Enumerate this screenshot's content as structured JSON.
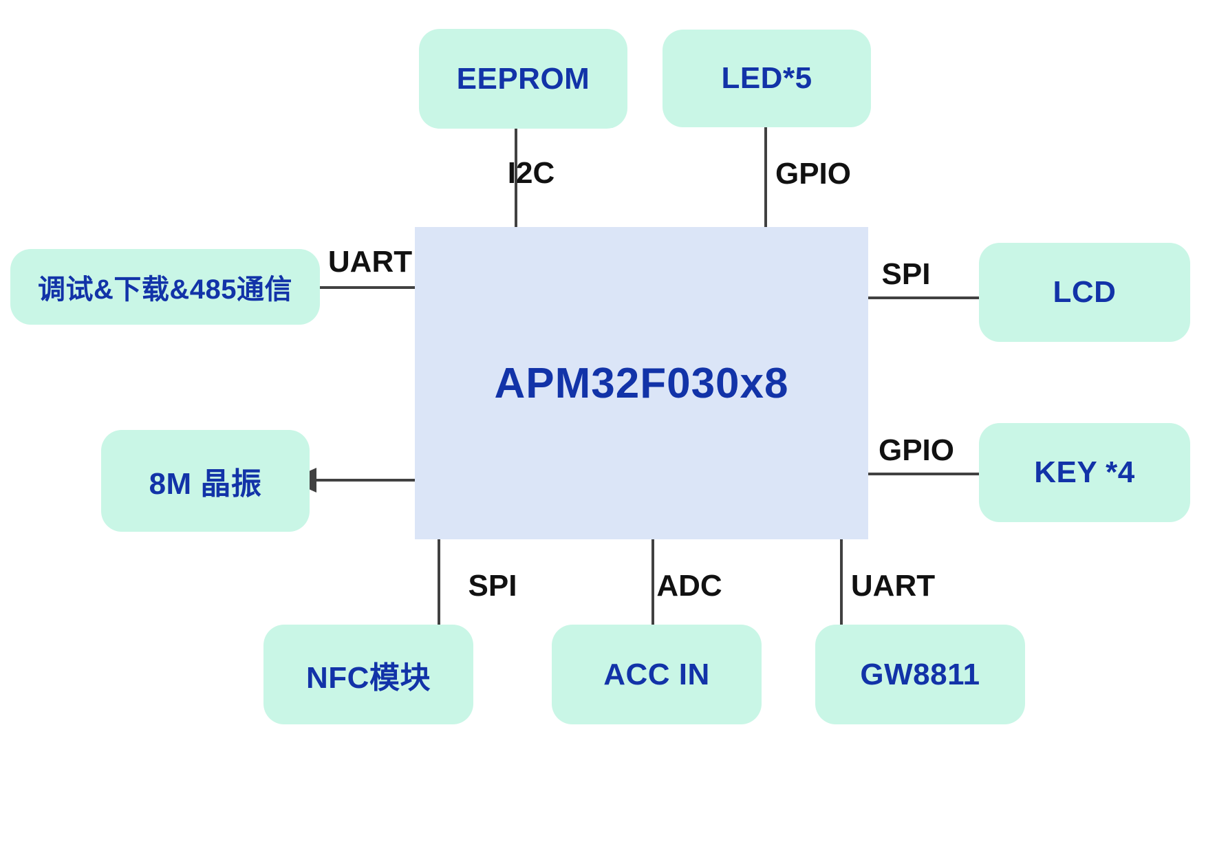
{
  "diagram": {
    "mcu": {
      "label": "APM32F030x8"
    },
    "nodes": {
      "eeprom": {
        "label": "EEPROM"
      },
      "led": {
        "label": "LED*5"
      },
      "debug": {
        "label": "调试&下载&485通信"
      },
      "lcd": {
        "label": "LCD"
      },
      "oscillator": {
        "label": "8M 晶振"
      },
      "key": {
        "label": "KEY *4"
      },
      "nfc": {
        "label": "NFC模块"
      },
      "acc": {
        "label": "ACC IN"
      },
      "gw8811": {
        "label": "GW8811"
      }
    },
    "bus_labels": {
      "i2c": "I2C",
      "gpio_top": "GPIO",
      "uart_left": "UART",
      "spi_right": "SPI",
      "gpio_right": "GPIO",
      "spi_bottom": "SPI",
      "adc": "ADC",
      "uart_bottom": "UART"
    },
    "connections": [
      {
        "from": "mcu",
        "to": "eeprom",
        "bus": "I2C",
        "direction": "bidirectional"
      },
      {
        "from": "mcu",
        "to": "led",
        "bus": "GPIO",
        "direction": "bidirectional"
      },
      {
        "from": "mcu",
        "to": "debug",
        "bus": "UART",
        "direction": "bidirectional"
      },
      {
        "from": "mcu",
        "to": "lcd",
        "bus": "SPI",
        "direction": "bidirectional"
      },
      {
        "from": "mcu",
        "to": "oscillator",
        "bus": "",
        "direction": "bidirectional"
      },
      {
        "from": "mcu",
        "to": "key",
        "bus": "GPIO",
        "direction": "bidirectional"
      },
      {
        "from": "mcu",
        "to": "nfc",
        "bus": "SPI",
        "direction": "bidirectional"
      },
      {
        "from": "mcu",
        "to": "acc",
        "bus": "ADC",
        "direction": "bidirectional"
      },
      {
        "from": "mcu",
        "to": "gw8811",
        "bus": "UART",
        "direction": "bidirectional"
      }
    ],
    "colors": {
      "node_fill": "#c9f6e6",
      "mcu_fill": "#dbe5f7",
      "node_text": "#1233a8",
      "arrow": "#414141",
      "label_text": "#111111",
      "background": "#ffffff"
    }
  }
}
